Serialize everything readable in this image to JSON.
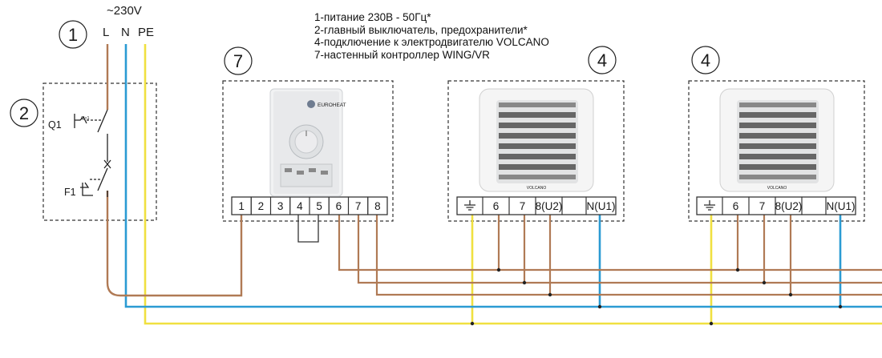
{
  "supply": {
    "voltage": "~230V",
    "L": "L",
    "N": "N",
    "PE": "PE"
  },
  "callouts": {
    "supply": "1",
    "breaker": "2",
    "controller": "7",
    "heater_a": "4",
    "heater_b": "4"
  },
  "breaker": {
    "q1": "Q1",
    "q1_mark": "Q>1",
    "f1": "F1"
  },
  "legend": [
    "1-питание 230В - 50Гц*",
    "2-главный выключатель, предохранители*",
    "4-подключение к электродвигателю VOLCANO",
    "7-настенный контроллер WING/VR"
  ],
  "controller": {
    "brand": "EUROHEAT",
    "terminals": [
      "1",
      "2",
      "3",
      "4",
      "5",
      "6",
      "7",
      "8"
    ]
  },
  "heater": {
    "brand": "VOLCANO",
    "terminals": [
      "6",
      "7",
      "8(U2)",
      "",
      "N(U1)"
    ]
  },
  "colors": {
    "phase": "#b07a55",
    "neutral": "#2b9bd3",
    "earth": "#f0e040",
    "line": "#333333"
  }
}
